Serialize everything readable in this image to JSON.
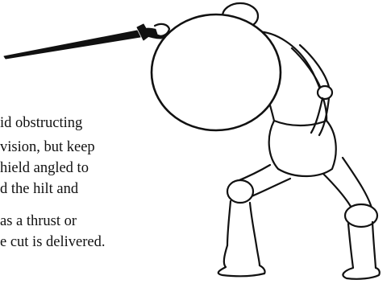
{
  "illustration": {
    "description_icon": "mannequin-with-sword-and-shield-icon"
  },
  "caption": {
    "lines": [
      "id obstructing",
      " vision, but keep",
      "hield angled to",
      "d the hilt and",
      " as a thrust or",
      "e cut is delivered."
    ]
  }
}
